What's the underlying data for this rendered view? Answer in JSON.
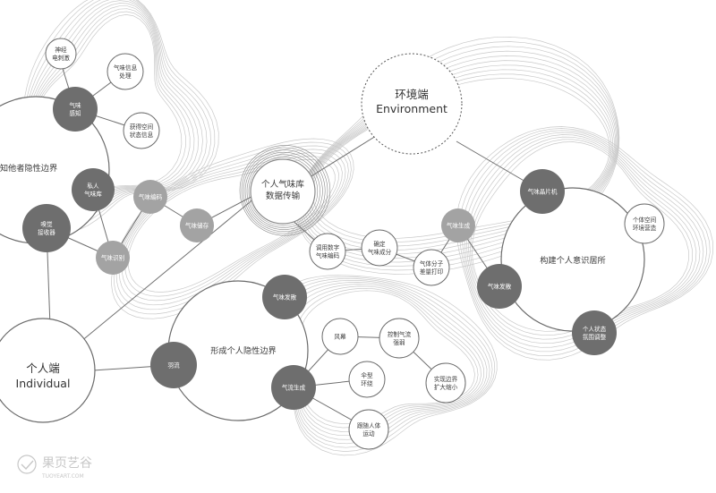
{
  "hubs": {
    "environment": {
      "label_cn": "环境端",
      "label_en": "Environment"
    },
    "individual": {
      "label_cn": "个人端",
      "label_en": "Individual"
    },
    "database": {
      "label_line1": "个人气味库",
      "label_line2": "数据传输"
    }
  },
  "regions": {
    "left_boundary": "知他者隐性边界",
    "middle_boundary": "形成个人隐性边界",
    "right_space": "构建个人意识居所"
  },
  "nodes": {
    "smell_sense": [
      "气味",
      "感知"
    ],
    "nerve": [
      "神经",
      "电刺激"
    ],
    "smell_info": [
      "气味信息",
      "处理"
    ],
    "space_state": [
      "获得空间",
      "状态信息"
    ],
    "private_lib": [
      "私人",
      "气味库"
    ],
    "olfactory": [
      "嗅觉",
      "接收器"
    ],
    "smell_encode": [
      "气味编码"
    ],
    "smell_identify": [
      "气味识别"
    ],
    "smell_store": [
      "气味储存"
    ],
    "call_digital": [
      "调用数字",
      "气味编码"
    ],
    "decide_comp": [
      "确定",
      "气味成分"
    ],
    "mol_print": [
      "气体分子",
      "差量打印"
    ],
    "smell_gen_r": [
      "气味生成"
    ],
    "smell_chip": [
      "气味晶片机"
    ],
    "space_env": [
      "个体空间",
      "环境营造"
    ],
    "smell_emit_r": [
      "气味发散"
    ],
    "personal_state": [
      "个人状态",
      "氛围调整"
    ],
    "smell_emit_m": [
      "气味发散"
    ],
    "plume": [
      "羽流"
    ],
    "smell_gen_m": [
      "气流生成"
    ],
    "wind": [
      "风幕"
    ],
    "airflow_ctrl": [
      "控制气流",
      "强弱"
    ],
    "ring": [
      "伞型",
      "环绕"
    ],
    "border_ctrl": [
      "实现边界",
      "扩大缩小"
    ],
    "follow_body": [
      "跟随人体",
      "运动"
    ]
  },
  "watermark": {
    "text": "果页艺谷",
    "sub": "TUOYEART.COM"
  },
  "colors": {
    "dark": "#6e6e6e",
    "mid": "#a3a3a3",
    "light": "#ffffff",
    "stroke": "#6b6b6b",
    "contour": "#c9c9c9"
  }
}
